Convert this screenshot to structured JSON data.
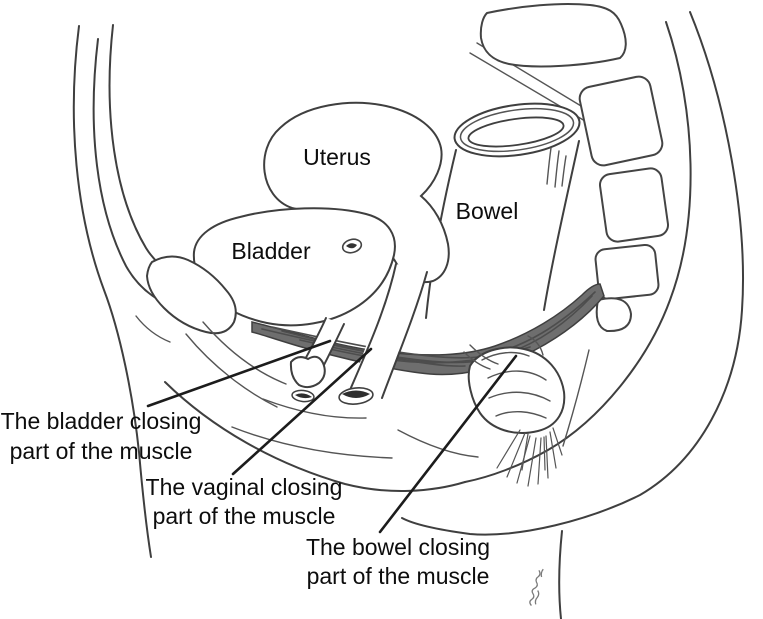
{
  "diagram": {
    "labels": {
      "uterus": "Uterus",
      "bladder": "Bladder",
      "bowel": "Bowel"
    },
    "annotations": {
      "bladder": {
        "line1": "The bladder closing",
        "line2": "part of the muscle"
      },
      "vaginal": {
        "line1": "The vaginal closing",
        "line2": "part of the muscle"
      },
      "bowel": {
        "line1": "The bowel closing",
        "line2": "part of the muscle"
      }
    },
    "colors": {
      "background": "#ffffff",
      "outline": "#3f3f3f",
      "muscle_fill": "#6e6e6e",
      "leader_line": "#1c1c1c",
      "text": "#0d0d0d"
    }
  }
}
